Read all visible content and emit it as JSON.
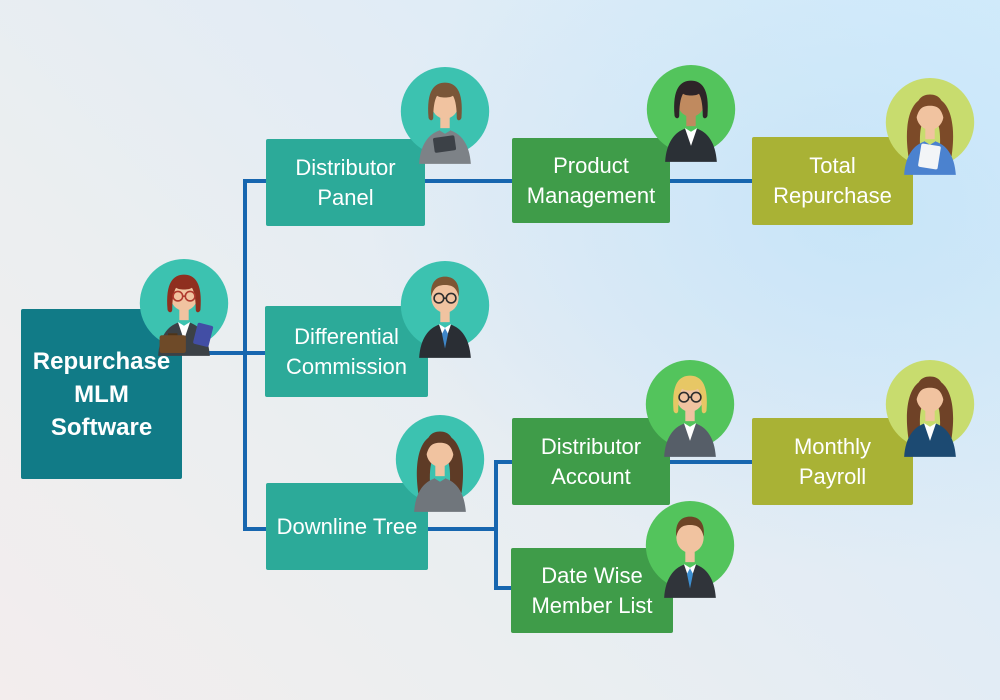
{
  "palette": {
    "root_box": "#117b87",
    "teal_box": "#2caa99",
    "green_box": "#3f9c49",
    "olive_box": "#a9b235",
    "connector_line": "#1766af",
    "teal_circle": "#3cc2b0",
    "green_circle": "#53c45c",
    "lime_circle": "#c8dc6e",
    "label_text": "#ffffff"
  },
  "nodes": [
    {
      "id": "repurchase-mlm-software",
      "label": "Repurchase MLM Software",
      "level": "root",
      "avatar": {
        "persona": "businesswoman-briefcase-avatar",
        "style": "woman-bob",
        "glasses": true,
        "accessory": "briefcase",
        "colors": {
          "bg": "#3cc2b0",
          "hair": "#8f2f1f",
          "skin": "#f1c3a0",
          "suit": "#3c4146",
          "shirt": "#ffffff",
          "glasses_color": "#b03a2e"
        }
      }
    },
    {
      "id": "distributor-panel",
      "label": "Distributor Panel",
      "level": "branch",
      "avatar": {
        "persona": "woman-tablet-avatar",
        "style": "woman-bob",
        "glasses": false,
        "accessory": "tablet",
        "colors": {
          "bg": "#3cc2b0",
          "hair": "#7a5638",
          "skin": "#f1c3a0",
          "suit": "#7d8287",
          "shirt": "#7d8287"
        }
      }
    },
    {
      "id": "product-management",
      "label": "Product Management",
      "level": "leaf",
      "avatar": {
        "persona": "businesswoman-arms-crossed-avatar",
        "style": "woman-bob",
        "glasses": false,
        "colors": {
          "bg": "#53c45c",
          "hair": "#2e2428",
          "skin": "#c08a5f",
          "suit": "#2b3036",
          "shirt": "#ffffff"
        }
      }
    },
    {
      "id": "total-repurchase",
      "label": "Total Repurchase",
      "level": "leaf",
      "avatar": {
        "persona": "woman-holding-folder-avatar",
        "style": "woman-long",
        "glasses": false,
        "accessory": "folder",
        "colors": {
          "bg": "#c8dc6e",
          "hair": "#7c4a28",
          "skin": "#f1c3a0",
          "suit": "#4b82cf",
          "shirt": "#4b82cf"
        }
      }
    },
    {
      "id": "differential-commission",
      "label": "Differential Commission",
      "level": "branch",
      "avatar": {
        "persona": "businessman-glasses-avatar",
        "style": "man",
        "glasses": true,
        "colors": {
          "bg": "#3cc2b0",
          "hair": "#7d5634",
          "skin": "#f1c3a0",
          "suit": "#2a2e34",
          "shirt": "#ffffff",
          "tie": "#3f86c8"
        }
      }
    },
    {
      "id": "downline-tree",
      "label": "Downline Tree",
      "level": "branch",
      "avatar": {
        "persona": "woman-pointing-avatar",
        "style": "woman-long",
        "glasses": false,
        "colors": {
          "bg": "#3cc2b0",
          "hair": "#5e3b26",
          "skin": "#f1c3a0",
          "suit": "#70767c",
          "shirt": "#70767c"
        }
      }
    },
    {
      "id": "distributor-account",
      "label": "Distributor Account",
      "level": "leaf",
      "avatar": {
        "persona": "blonde-businesswoman-glasses-avatar",
        "style": "woman-bob",
        "glasses": true,
        "colors": {
          "bg": "#53c45c",
          "hair": "#e7c765",
          "skin": "#f1c3a0",
          "suit": "#565e68",
          "shirt": "#ffffff"
        }
      }
    },
    {
      "id": "monthly-payroll",
      "label": "Monthly Payroll",
      "level": "leaf",
      "avatar": {
        "persona": "businesswoman-hands-on-hips-avatar",
        "style": "woman-long",
        "glasses": false,
        "colors": {
          "bg": "#c8dc6e",
          "hair": "#6f4227",
          "skin": "#f1c3a0",
          "suit": "#1c4a72",
          "shirt": "#ffffff"
        }
      }
    },
    {
      "id": "date-wise-member-list",
      "label": "Date Wise Member List",
      "level": "leaf",
      "avatar": {
        "persona": "businessman-blue-tie-avatar",
        "style": "man",
        "glasses": false,
        "colors": {
          "bg": "#53c45c",
          "hair": "#6e4526",
          "skin": "#f1c3a0",
          "suit": "#30343a",
          "shirt": "#ffffff",
          "tie": "#3e8fd0"
        }
      }
    }
  ],
  "connections": [
    {
      "from": "Repurchase MLM Software",
      "to": "Distributor Panel"
    },
    {
      "from": "Repurchase MLM Software",
      "to": "Differential Commission"
    },
    {
      "from": "Repurchase MLM Software",
      "to": "Downline Tree"
    },
    {
      "from": "Distributor Panel",
      "to": "Product Management"
    },
    {
      "from": "Product Management",
      "to": "Total Repurchase"
    },
    {
      "from": "Downline Tree",
      "to": "Distributor Account"
    },
    {
      "from": "Downline Tree",
      "to": "Date Wise Member List"
    },
    {
      "from": "Distributor Account",
      "to": "Monthly Payroll"
    }
  ]
}
